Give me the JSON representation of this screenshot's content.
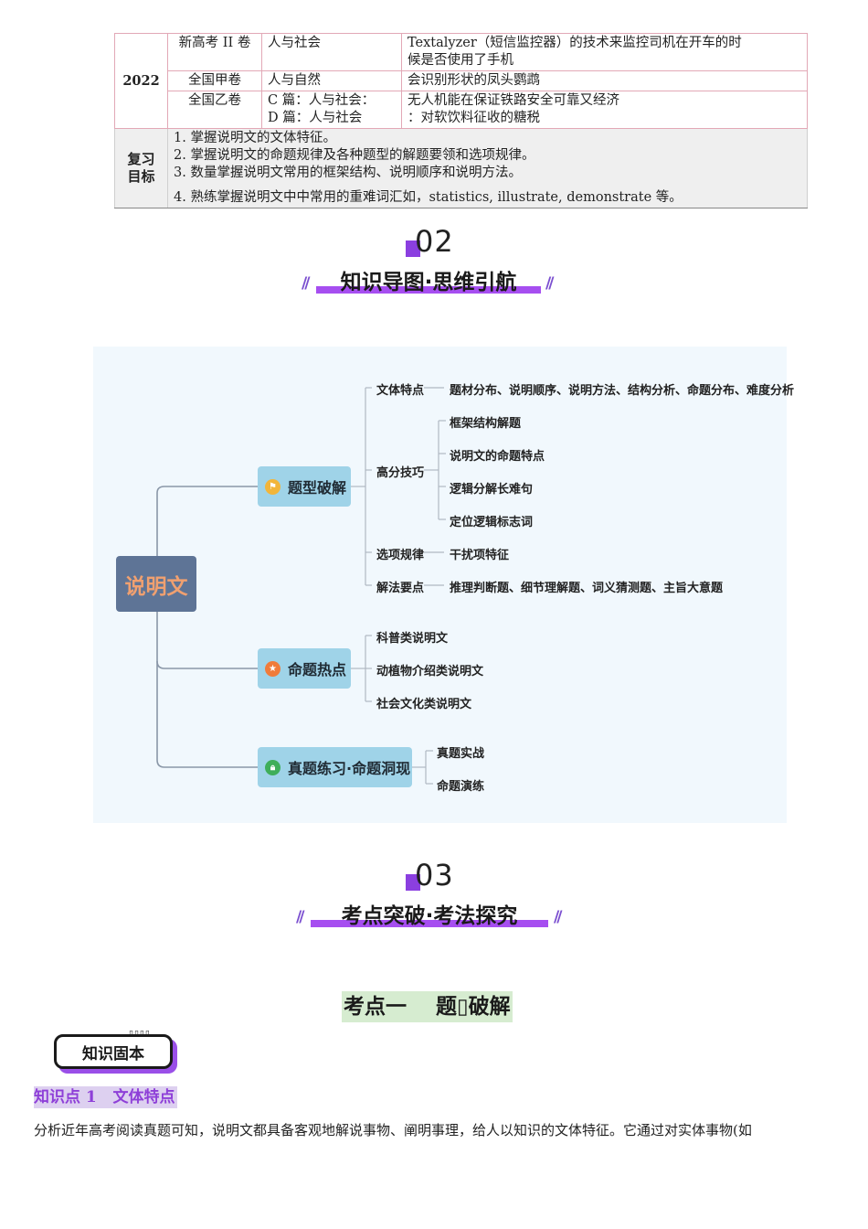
{
  "exam_table": {
    "year": "2022",
    "rows": [
      {
        "paper": "新高考 II 卷",
        "topic": "人与社会",
        "text1": "Textalyzer（短信监控器）的技术来监控司机在开车的时",
        "text2": "候是否使用了手机"
      },
      {
        "paper": "全国甲卷",
        "topic": "人与自然",
        "text1": "会识别形状的凤头鹦鹉"
      },
      {
        "paper": "全国乙卷",
        "topic1": "C 篇：人与社会：",
        "topic2": "D 篇：人与社会",
        "text1": "无人机能在保证铁路安全可靠又经济",
        "text2": "：对软饮料征收的糖税"
      }
    ],
    "goal_label1": "复习",
    "goal_label2": "目标",
    "goals": [
      "1.   掌握说明文的文体特征。",
      "2. 掌握说明文的命题规律及各种题型的解题要领和选项规律。",
      "3. 数量掌握说明文常用的框架结构、说明顺序和说明方法。",
      "4. 熟练掌握说明文中中常用的重难词汇如，statistics, illustrate, demonstrate 等。"
    ]
  },
  "section2": {
    "number": "02",
    "title": "知识导图·思维引航",
    "slashes": "//"
  },
  "mindmap": {
    "root": "说明文",
    "branches": [
      {
        "label": "题型破解",
        "icon": "flag-icon",
        "color": "#f2b53a"
      },
      {
        "label": "命题热点",
        "icon": "star-icon",
        "color": "#f07b3a"
      },
      {
        "label": "真题练习·命题洞现",
        "icon": "lock-icon",
        "color": "#3fae5a"
      }
    ],
    "sub1": {
      "wenti": "文体特点",
      "wenti_leaf": "题材分布、说明顺序、说明方法、结构分析、命题分布、难度分析",
      "gaofen": "高分技巧",
      "gaofen_leaves": [
        "框架结构解题",
        "说明文的命题特点",
        "逻辑分解长难句",
        "定位逻辑标志词"
      ],
      "xuanxiang": "选项规律",
      "xuanxiang_leaf": "干扰项特征",
      "jiefa": "解法要点",
      "jiefa_leaf": "推理判断题、细节理解题、词义猜测题、主旨大意题"
    },
    "sub2": [
      "科普类说明文",
      "动植物介绍类说明文",
      "社会文化类说明文"
    ],
    "sub3": [
      "真题实战",
      "命题演练"
    ]
  },
  "section3": {
    "number": "03",
    "title": "考点突破·考法探究",
    "slashes": "//"
  },
  "point_title": "考点一    题▯破解",
  "badge": "知识固本",
  "knowledge_point": "知识点 1   文体特点",
  "paragraph": "分析近年高考阅读真题可知，说明文都具备客观地解说事物、阐明事理，给人以知识的文体特征。它通过对实体事物(如"
}
